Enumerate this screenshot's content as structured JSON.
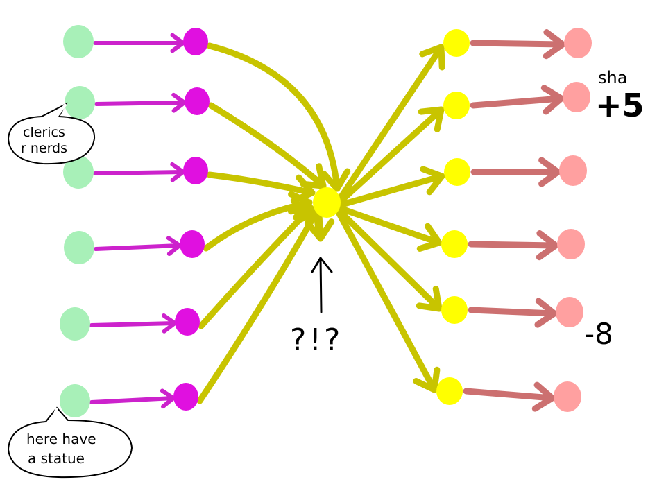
{
  "colors": {
    "source_node": "#a8f0b8",
    "stage_node": "#e010e0",
    "hub_node": "#ffff00",
    "target_node": "#ffff00",
    "end_node": "#ffa0a0",
    "magenta_arrow": "#cc22cc",
    "olive_arrow": "#c8c400",
    "rose_arrow": "#cc7070",
    "ink": "#000000"
  },
  "annotations": {
    "clerics_bubble_line1": "clerics",
    "clerics_bubble_line2": "r nerds",
    "statue_bubble_line1": "here have",
    "statue_bubble_line2": "a statue",
    "sha_label": "sha",
    "sha_value": "+5",
    "minus_value": "-8",
    "hub_question": "?!?"
  }
}
